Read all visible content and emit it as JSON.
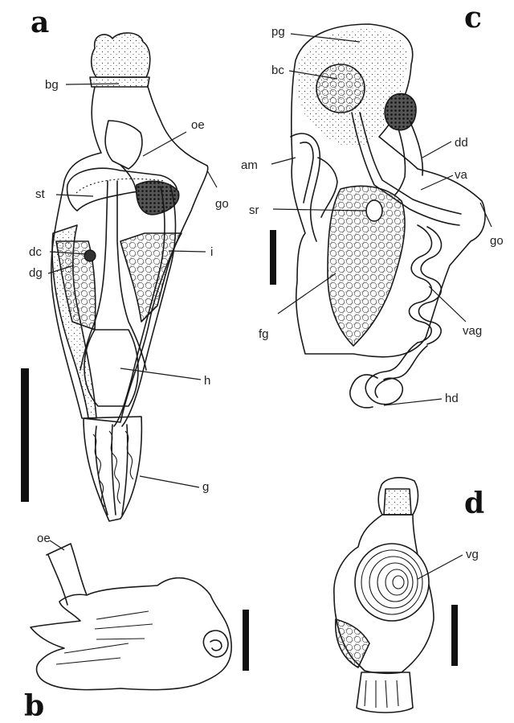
{
  "panels": [
    {
      "id": "a",
      "label": "a"
    },
    {
      "id": "b",
      "label": "b"
    },
    {
      "id": "c",
      "label": "c"
    },
    {
      "id": "d",
      "label": "d"
    }
  ],
  "labels_a": [
    "bg",
    "oe",
    "go",
    "st",
    "dc",
    "i",
    "dg",
    "h",
    "g"
  ],
  "labels_b": [
    "oe"
  ],
  "labels_c": [
    "pg",
    "bc",
    "dd",
    "am",
    "va",
    "sr",
    "go",
    "vag",
    "fg",
    "hd"
  ],
  "labels_d": [
    "vg"
  ],
  "scale_bars": 4
}
